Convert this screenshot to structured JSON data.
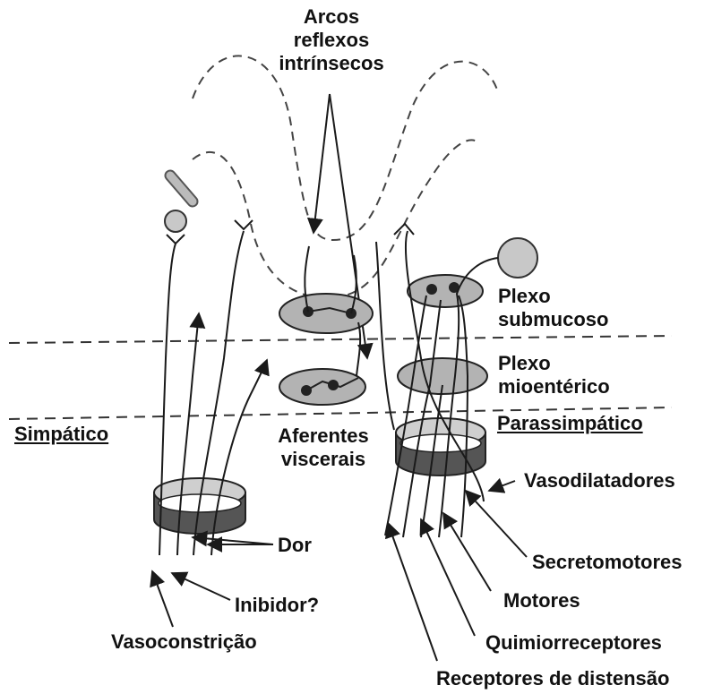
{
  "labels": {
    "reflex_arcs": [
      "Arcos",
      "reflexos",
      "intrínsecos"
    ],
    "submucosal": [
      "Plexo",
      "submucoso"
    ],
    "myenteric": [
      "Plexo",
      "mioentérico"
    ],
    "sympathetic": "Simpático",
    "parasympathetic": "Parassimpático",
    "visceral_afferents": [
      "Aferentes",
      "viscerais"
    ],
    "vasodilators": "Vasodilatadores",
    "pain": "Dor",
    "secretomotor": "Secretomotores",
    "inhibitor": "Inibidor?",
    "motor": "Motores",
    "vasoconstriction": "Vasoconstrição",
    "chemoreceptors": "Quimiorreceptores",
    "stretch_receptors": "Receptores de distensão"
  },
  "colors": {
    "line": "#1a1a1a",
    "ganglion_fill": "#b3b3b3",
    "ring_top": "#cfcfcf",
    "ring_side": "#555555",
    "dashed": "#333333"
  }
}
